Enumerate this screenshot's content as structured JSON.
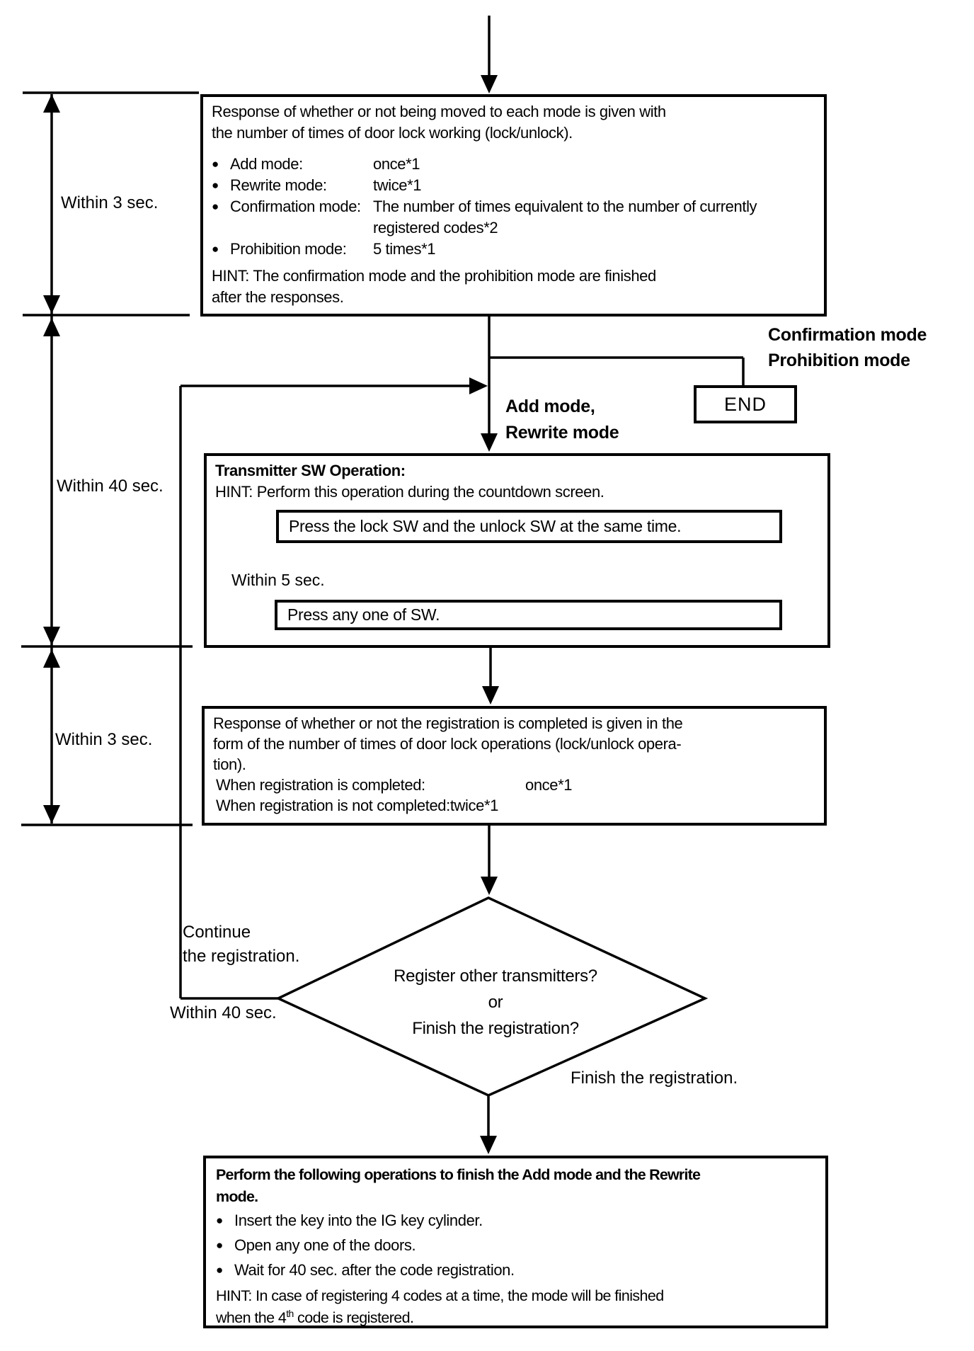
{
  "timing": {
    "within_3_sec_top": "Within 3 sec.",
    "within_40_sec": "Within 40 sec.",
    "within_3_sec_bottom": "Within 3 sec.",
    "within_5_sec": "Within 5 sec.",
    "within_40_sec_loop": "Within 40 sec."
  },
  "branch": {
    "mode_label_line1": "Confirmation mode",
    "mode_label_line2": "Prohibition mode",
    "add_rewrite_line1": "Add mode,",
    "add_rewrite_line2": "Rewrite mode",
    "end_label": "END"
  },
  "box_a": {
    "intro_lines": {
      "0": "Response of whether or not being moved to each mode is given with",
      "1": "the number of times of door lock working (lock/unlock)."
    },
    "bullets": [
      {
        "label": "Add mode:",
        "value": "once*1"
      },
      {
        "label": "Rewrite mode:",
        "value": "twice*1"
      },
      {
        "label": "Confirmation mode:",
        "value": "The number of times equivalent to the number of currently registered codes*2"
      },
      {
        "label": "Prohibition mode:",
        "value": "5 times*1"
      }
    ],
    "hint_lines": {
      "0": "HINT: The confirmation mode and the prohibition mode are finished",
      "1": "after the responses."
    }
  },
  "box_b": {
    "title": "Transmitter SW Operation:",
    "hint": "HINT: Perform this operation during the countdown screen.",
    "step1": "Press the lock SW and the unlock SW at the same time.",
    "step2": "Press any one of SW."
  },
  "box_c": {
    "intro_lines": {
      "0": "Response of whether or not the registration is completed is given in the",
      "1": "form of the number of times of door lock operations (lock/unlock opera-",
      "2": "tion)."
    },
    "row1_label": "When registration is completed:",
    "row1_value": "once*1",
    "row2_label": "When registration is not completed:",
    "row2_value": "twice*1"
  },
  "decision": {
    "line1": "Register other transmitters?",
    "line2": "or",
    "line3": "Finish the registration?"
  },
  "loop": {
    "continue_line1": "Continue",
    "continue_line2": "the registration.",
    "finish_label": "Finish the registration."
  },
  "box_d": {
    "intro_lines": {
      "0": "Perform the following operations to finish the Add mode and the Rewrite",
      "1": "mode."
    },
    "bullets": [
      "Insert the key into the IG key cylinder.",
      "Open any one of the doors.",
      "Wait for 40 sec. after the code registration."
    ],
    "hint_line1": "HINT: In case of registering 4 codes at a time, the mode will be finished",
    "hint_line2_prefix": "when the 4",
    "hint_line2_sup": "th",
    "hint_line2_suffix": " code is registered."
  }
}
